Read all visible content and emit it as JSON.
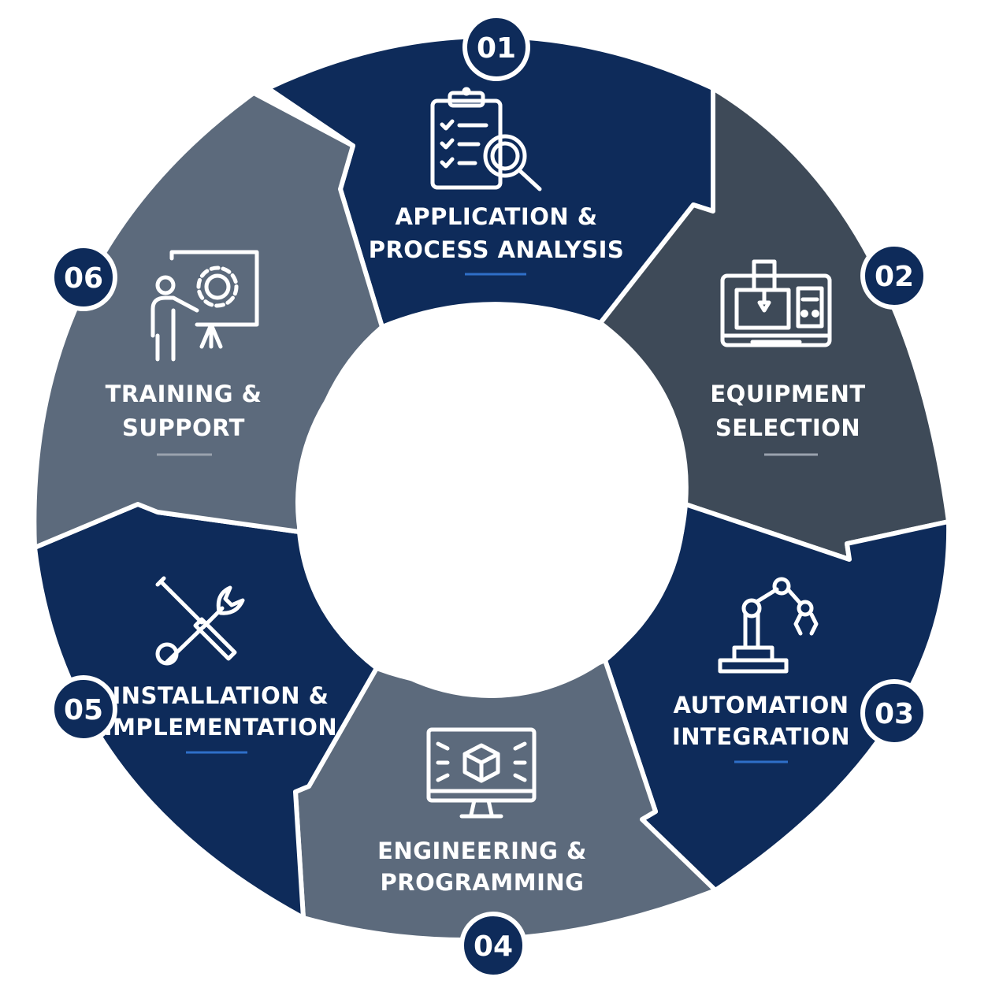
{
  "steps": [
    {
      "number": "01",
      "line1": "APPLICATION &",
      "line2": "PROCESS ANALYSIS",
      "icon": "clipboard-search-icon"
    },
    {
      "number": "02",
      "line1": "EQUIPMENT",
      "line2": "SELECTION",
      "icon": "cnc-machine-icon"
    },
    {
      "number": "03",
      "line1": "AUTOMATION",
      "line2": "INTEGRATION",
      "icon": "robot-arm-icon"
    },
    {
      "number": "04",
      "line1": "ENGINEERING &",
      "line2": "PROGRAMMING",
      "icon": "monitor-cube-icon"
    },
    {
      "number": "05",
      "line1": "INSTALLATION &",
      "line2": "IMPLEMENTATION",
      "icon": "wrench-screwdriver-icon"
    },
    {
      "number": "06",
      "line1": "TRAINING &",
      "line2": "SUPPORT",
      "icon": "presentation-gear-icon"
    }
  ],
  "colors": {
    "navy": "#0e2b5a",
    "slate_dark": "#3e4a58",
    "slate": "#5c6a7c",
    "accent_blue": "#2f6fc8",
    "accent_gray": "#9aa3ae",
    "badge_border": "#ffffff"
  }
}
